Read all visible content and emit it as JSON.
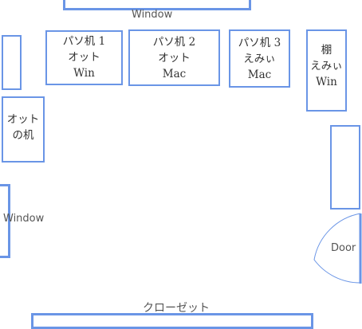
{
  "labels": {
    "window_top": "Window",
    "window_left": "Window",
    "door": "Door",
    "closet": "クローゼット"
  },
  "desks": {
    "pc1": {
      "line1": "パソ机 1",
      "line2": "オット",
      "line3": "Win"
    },
    "pc2": {
      "line1": "パソ机 2",
      "line2": "オット",
      "line3": "Mac"
    },
    "pc3": {
      "line1": "パソ机 3",
      "line2": "えみぃ",
      "line3": "Mac"
    },
    "shelf": {
      "line1": "棚",
      "line2": "えみぃ",
      "line3": "Win"
    },
    "ott_desk": {
      "line1": "オット",
      "line2": "の机"
    }
  },
  "colors": {
    "outline": "#6a95e6",
    "door_arc": "#6a95e6"
  }
}
